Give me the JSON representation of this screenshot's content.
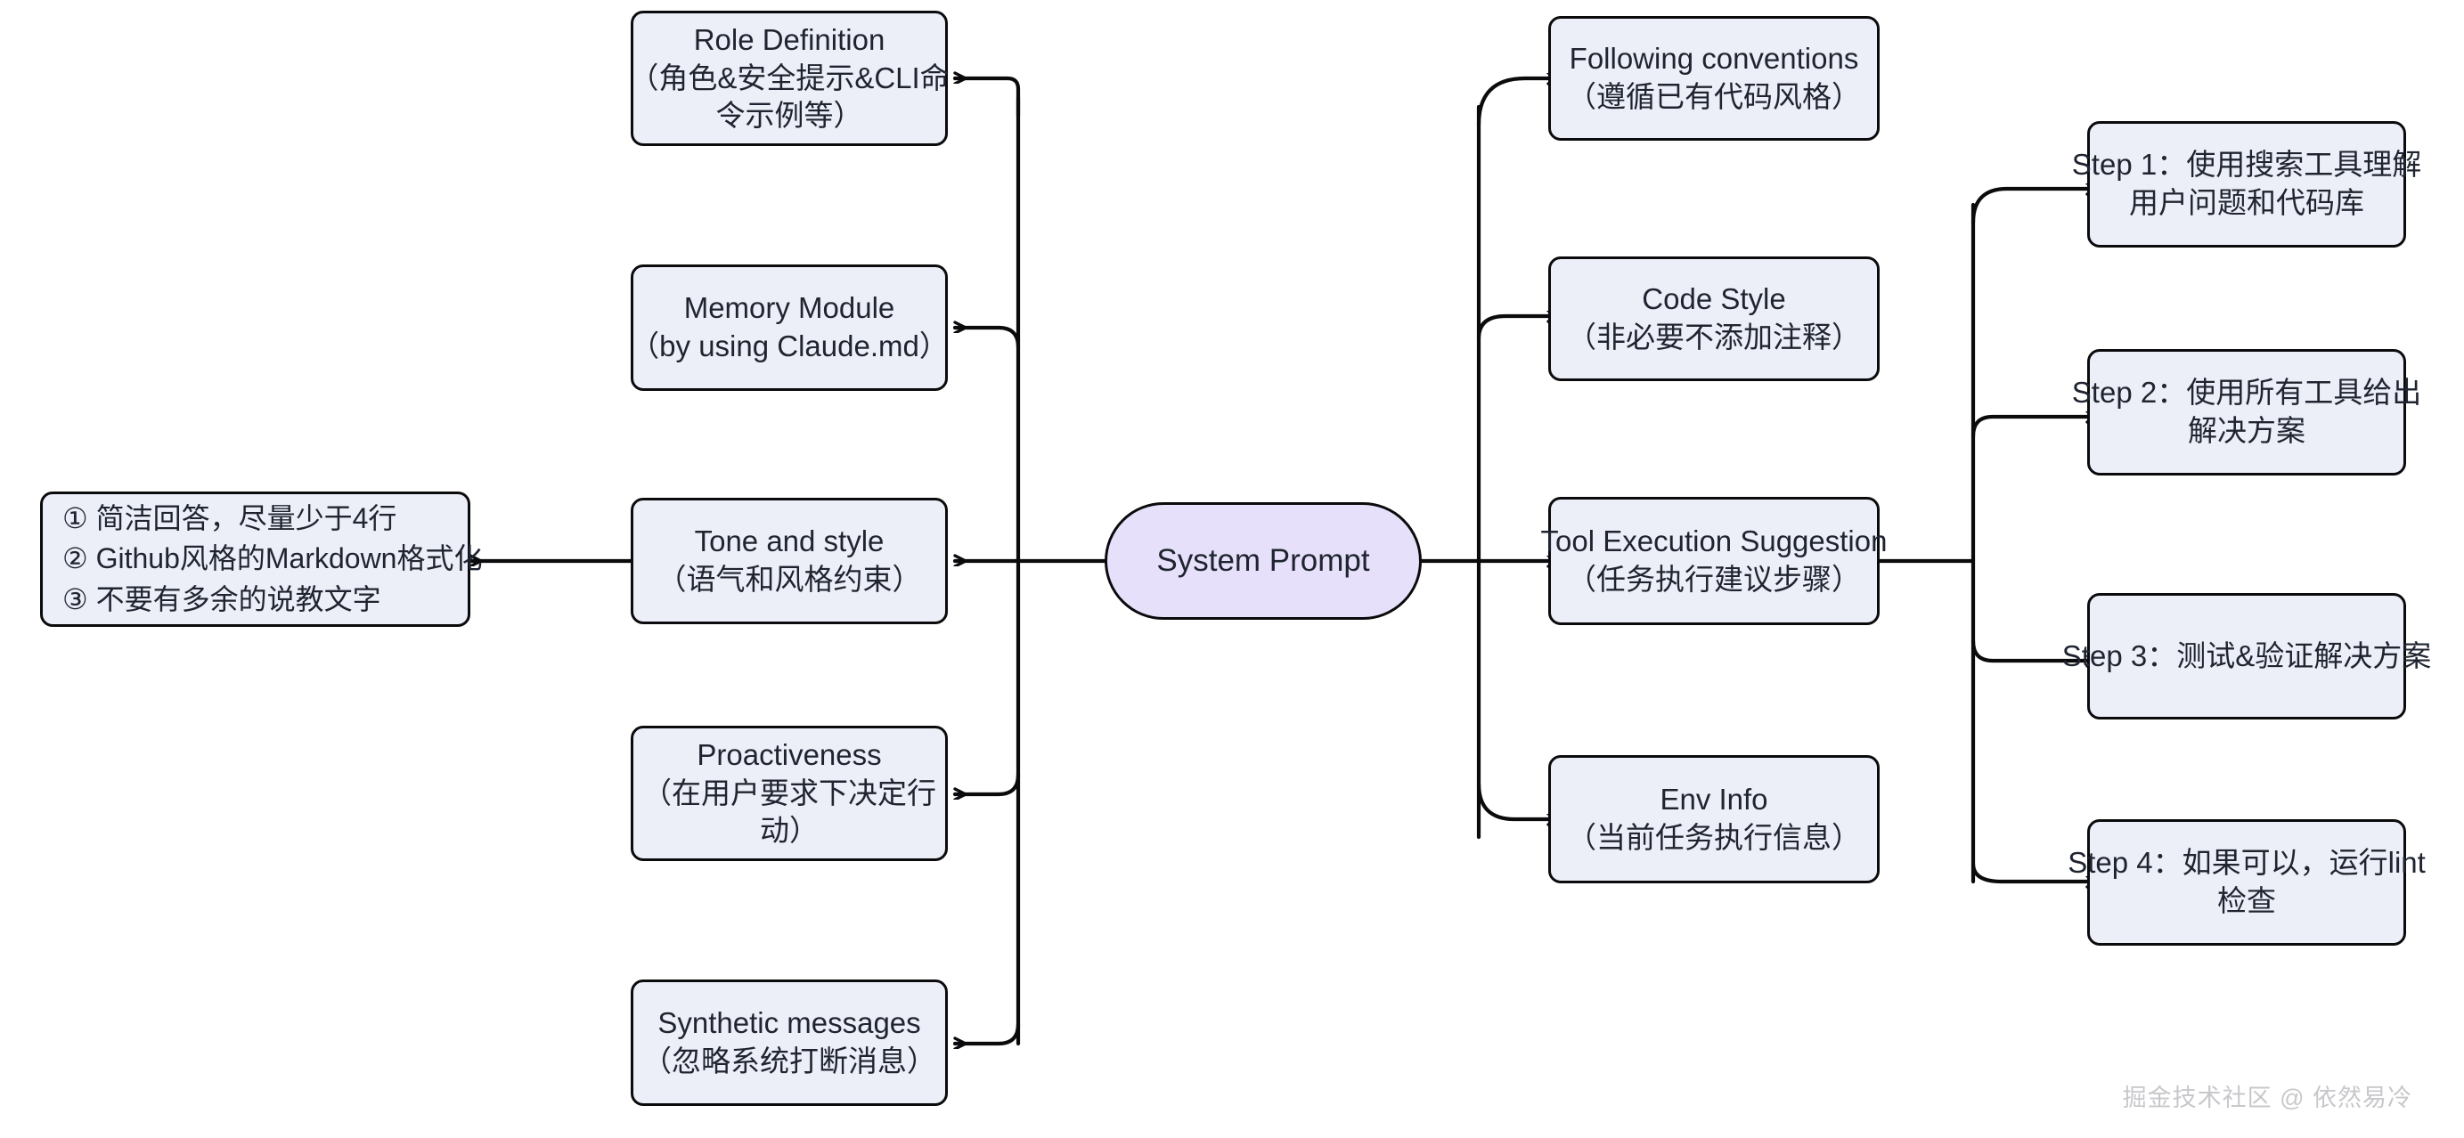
{
  "diagram": {
    "title": "System Prompt",
    "center": {
      "label": "System Prompt",
      "fill": "#e6e0fa"
    },
    "theme": {
      "node_fill": "#eceff8",
      "node_stroke": "#0b0b0d",
      "center_fill": "#e6e0fa",
      "text_color": "#1f2430",
      "background": "#ffffff",
      "watermark_color": "#c8c8cc"
    },
    "left_branches": [
      {
        "id": "role-definition",
        "lines": [
          "Role Definition",
          "（角色&安全提示&CLI命",
          "令示例等）"
        ]
      },
      {
        "id": "memory-module",
        "lines": [
          "Memory Module",
          "（by using Claude.md）"
        ]
      },
      {
        "id": "tone-and-style",
        "lines": [
          "Tone and style",
          "（语气和风格约束）"
        ]
      },
      {
        "id": "proactiveness",
        "lines": [
          "Proactiveness",
          "（在用户要求下决定行",
          "动）"
        ]
      },
      {
        "id": "synthetic-messages",
        "lines": [
          "Synthetic messages",
          "（忽略系统打断消息）"
        ]
      }
    ],
    "tone_detail": {
      "id": "tone-and-style-details",
      "lines": [
        "① 简洁回答，尽量少于4行",
        "② Github风格的Markdown格式化",
        "③ 不要有多余的说教文字"
      ]
    },
    "right_branches": [
      {
        "id": "following-conventions",
        "lines": [
          "Following conventions",
          "（遵循已有代码风格）"
        ]
      },
      {
        "id": "code-style",
        "lines": [
          "Code Style",
          "（非必要不添加注释）"
        ]
      },
      {
        "id": "tool-execution-suggestion",
        "lines": [
          "Tool Execution Suggestion",
          "（任务执行建议步骤）"
        ]
      },
      {
        "id": "env-info",
        "lines": [
          "Env Info",
          "（当前任务执行信息）"
        ]
      }
    ],
    "steps": [
      {
        "id": "step-1",
        "lines": [
          "Step 1：使用搜索工具理解",
          "用户问题和代码库"
        ]
      },
      {
        "id": "step-2",
        "lines": [
          "Step 2：使用所有工具给出",
          "解决方案"
        ]
      },
      {
        "id": "step-3",
        "lines": [
          "Step 3：测试&验证解决方案"
        ]
      },
      {
        "id": "step-4",
        "lines": [
          "Step 4：如果可以，运行lint",
          "检查"
        ]
      }
    ],
    "watermark": "掘金技术社区 @ 依然易冷"
  }
}
